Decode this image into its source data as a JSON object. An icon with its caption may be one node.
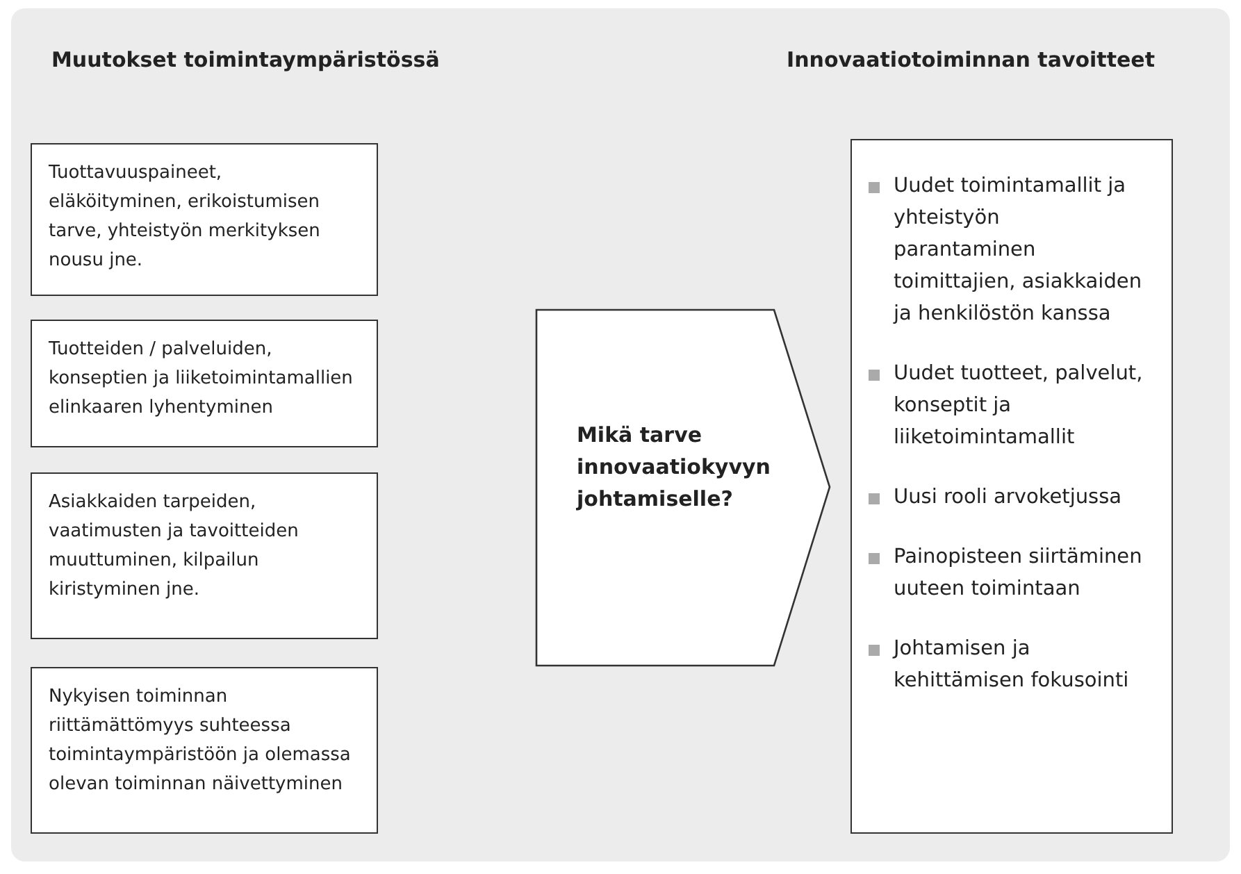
{
  "diagram": {
    "nodes": [
      {
        "text": [
          "Tuottavuuspaineet, eläköityminen, erikoistumisen tarve, yhteistyön merkityksen nousu jne."
        ]
      },
      {
        "text": [
          "Tuotteiden / palveluiden, konseptien ja liiketoimintamallien elinkaaren lyhentyminen"
        ]
      },
      {
        "text": [
          "Asiakkaiden tarpeiden, vaatimusten ja tavoitteiden muuttuminen, kilpailun kiristyminen jne."
        ]
      },
      {
        "text": [
          "Nykyisen toiminnan riittämättömyys suhteessa toimintaympäristöön ja olemassa olevan toiminnan näivettyminen"
        ]
      },
      {
        "text": [
          "Mikä tarve innovaatiokyvyn johtamiselle?"
        ]
      },
      {
        "text": [
          "Uudet toimintamallit ja yhteistyön parantaminen toimittajien, asiakkaiden ja henkilöstön kanssa",
          "Uudet tuotteet, palvelut, konseptit ja liiketoimintamallit",
          "Uusi rooli arvoketjussa",
          "Painopisteen siirtäminen uuteen toimintaan",
          "Johtamisen ja kehittämisen fokusointi"
        ]
      }
    ],
    "labels": [
      "Muutokset toimintaympäristössä",
      "Innovaatiotoiminnan tavoitteet"
    ]
  }
}
